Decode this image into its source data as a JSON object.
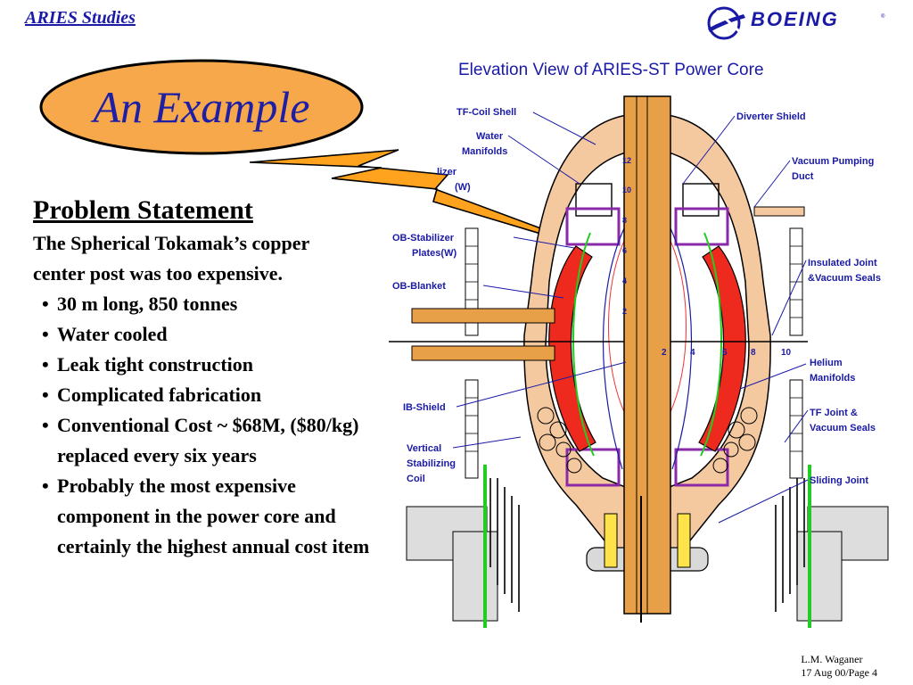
{
  "header": {
    "link_text": "ARIES Studies"
  },
  "brand": {
    "logo_text": "BOEING",
    "color": "#1a1aa6"
  },
  "title": {
    "text": "An Example",
    "fill": "#f7a84a"
  },
  "problem": {
    "heading": "Problem Statement",
    "intro": "The Spherical Tokamak’s copper center post was too expensive.",
    "bullets": [
      "30 m long, 850 tonnes",
      "Water cooled",
      "Leak tight construction",
      "Complicated fabrication",
      "Conventional Cost ~ $68M, ($80/kg) replaced every six years",
      "Probably the most expensive component in the power core and certainly the highest annual cost item"
    ]
  },
  "diagram": {
    "title": "Elevation  View  of  ARIES-ST  Power  Core",
    "labels": {
      "tf_coil_shell": "TF-Coil  Shell",
      "water_manifolds_1": "Water",
      "water_manifolds_2": "Manifolds",
      "stabilizer_partial_1": "lizer",
      "stabilizer_partial_2": "(W)",
      "ob_stabilizer_1": "OB-Stabilizer",
      "ob_stabilizer_2": "Plates(W)",
      "ob_blanket": "OB-Blanket",
      "ib_shield": "IB-Shield",
      "vertical_1": "Vertical",
      "vertical_2": "Stabilizing",
      "vertical_3": "Coil",
      "diverter_shield": "Diverter  Shield",
      "vacuum_duct_1": "Vacuum  Pumping",
      "vacuum_duct_2": "Duct",
      "insulated_1": "Insulated  Joint",
      "insulated_2": "&Vacuum  Seals",
      "helium_1": "Helium",
      "helium_2": "Manifolds",
      "tf_joint_1": "TF  Joint  &",
      "tf_joint_2": "Vacuum  Seals",
      "sliding_joint": "Sliding  Joint"
    },
    "scale_vertical": [
      "12",
      "10",
      "8",
      "6",
      "4",
      "2"
    ],
    "scale_horizontal": [
      "2",
      "4",
      "6",
      "8",
      "10"
    ],
    "colors": {
      "copper": "#f5c9a0",
      "post": "#e8a048",
      "blanket": "#ee2a1e",
      "green": "#22cc22"
    }
  },
  "footer": {
    "author": "L.M. Waganer",
    "date_page": "17 Aug 00/Page 4"
  }
}
